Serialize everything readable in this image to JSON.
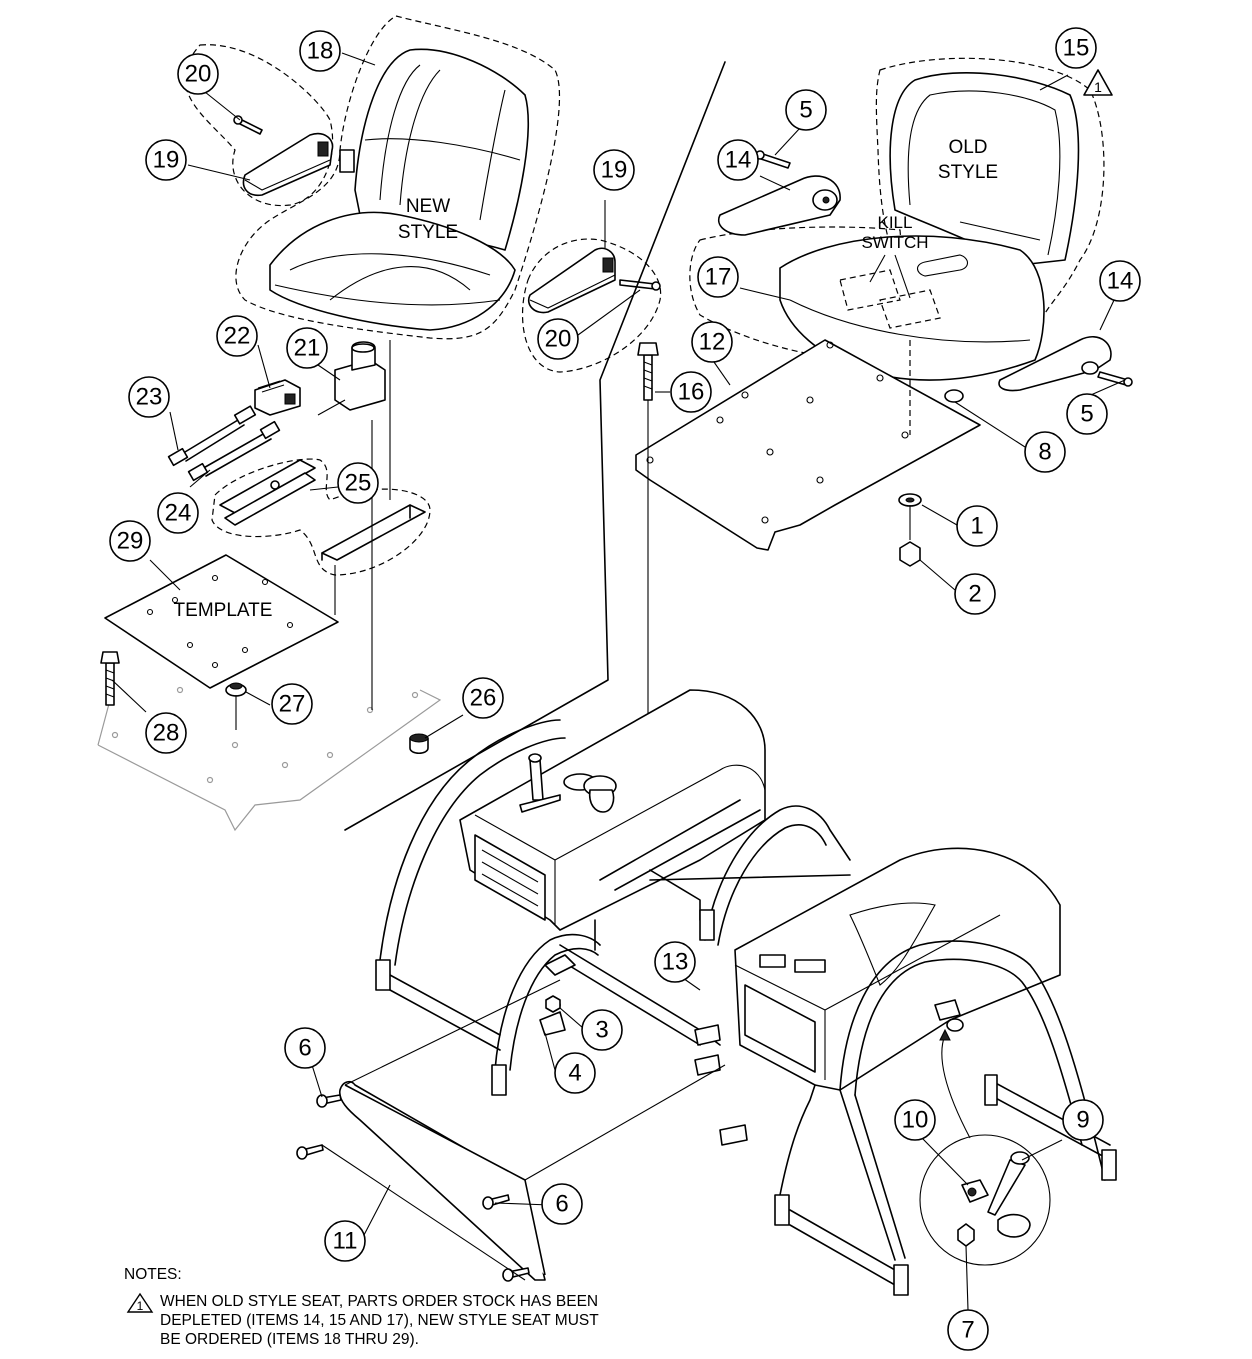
{
  "labels": {
    "new_style_1": "NEW",
    "new_style_2": "STYLE",
    "old_style_1": "OLD",
    "old_style_2": "STYLE",
    "kill_switch_1": "KILL",
    "kill_switch_2": "SWITCH",
    "template": "TEMPLATE",
    "revision_mark": "1"
  },
  "callouts": {
    "c1": "1",
    "c2": "2",
    "c3": "3",
    "c4": "4",
    "c5a": "5",
    "c5b": "5",
    "c6a": "6",
    "c6b": "6",
    "c7": "7",
    "c8": "8",
    "c9": "9",
    "c10": "10",
    "c11": "11",
    "c12": "12",
    "c13": "13",
    "c14a": "14",
    "c14b": "14",
    "c15": "15",
    "c16": "16",
    "c17": "17",
    "c18": "18",
    "c19a": "19",
    "c19b": "19",
    "c20a": "20",
    "c20b": "20",
    "c21": "21",
    "c22": "22",
    "c23": "23",
    "c24": "24",
    "c25": "25",
    "c26": "26",
    "c27": "27",
    "c28": "28",
    "c29": "29"
  },
  "notes": {
    "heading": "NOTES:",
    "mark": "1",
    "text": "WHEN OLD STYLE SEAT, PARTS ORDER STOCK HAS BEEN DEPLETED (ITEMS 14, 15 AND 17), NEW STYLE SEAT MUST BE ORDERED (ITEMS 18 THRU 29)."
  }
}
